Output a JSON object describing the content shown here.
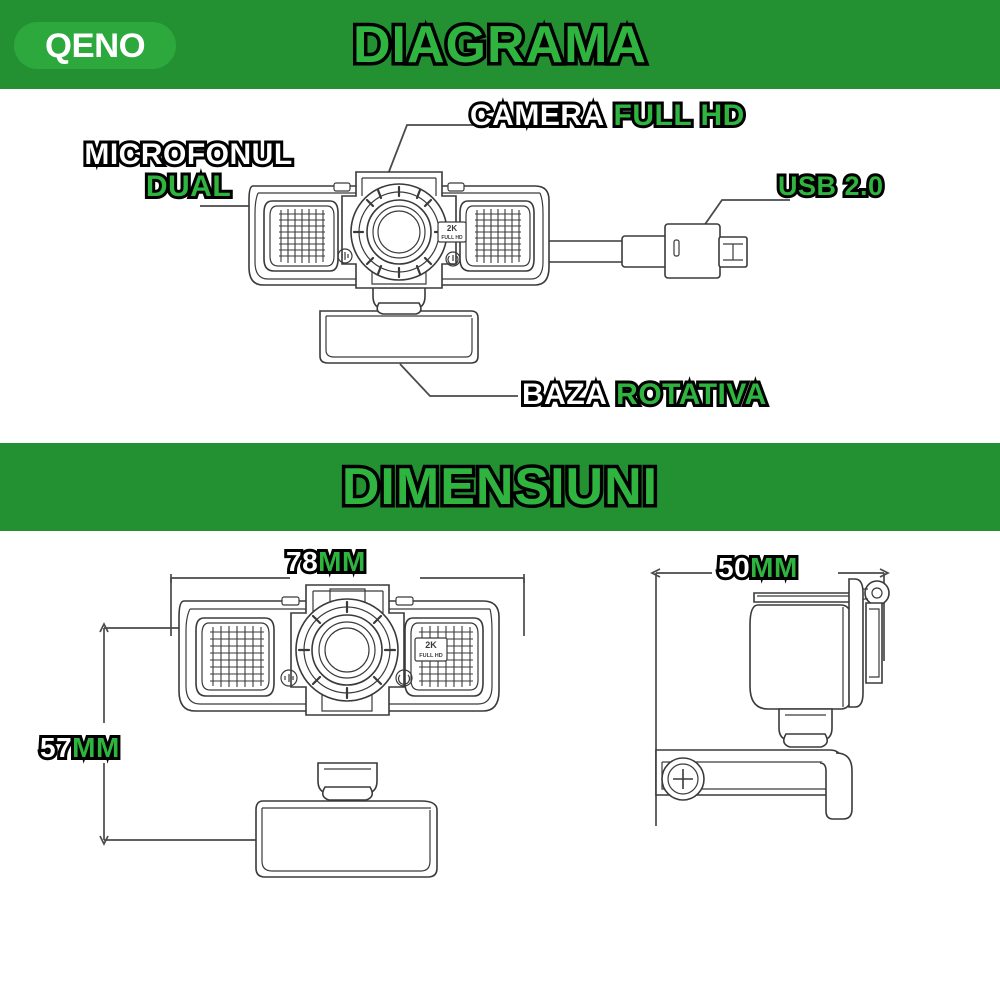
{
  "brand": {
    "logo_text": "QENO"
  },
  "sections": [
    {
      "id": "diagrama",
      "title": "DIAGRAMA"
    },
    {
      "id": "dimensiuni",
      "title": "DIMENSIUNI"
    }
  ],
  "diagram": {
    "title": "DIAGRAMA",
    "callouts": [
      {
        "name": "microphone",
        "line1": "MICROFONUL",
        "line2": "DUAL",
        "line1_color": "white",
        "line2_color": "green"
      },
      {
        "name": "camera",
        "line1": "CAMERA",
        "line2": "FULL HD",
        "line1_color": "white",
        "line2_color": "green"
      },
      {
        "name": "usb",
        "line1": "USB 2.0",
        "line1_color": "green"
      },
      {
        "name": "base",
        "line1": "BAZA",
        "line2": "ROTATIVA",
        "line1_color": "white",
        "line2_color": "green"
      }
    ],
    "device_badge": {
      "line1": "2K",
      "line2": "FULL HD"
    }
  },
  "dimensions": {
    "title": "DIMENSIUNI",
    "front_view": {
      "width": {
        "value": "78",
        "unit": "MM"
      },
      "height": {
        "value": "57",
        "unit": "MM"
      }
    },
    "side_view": {
      "width": {
        "value": "50",
        "unit": "MM"
      }
    },
    "device_badge": {
      "line1": "2K",
      "line2": "FULL HD"
    }
  },
  "colors": {
    "brand_green": "#239132",
    "logo_pill_green": "#2ca83c",
    "accent_green": "#2fb53f",
    "outline_black": "#000000",
    "label_white": "#ffffff",
    "line_art": "#3a3a3a"
  }
}
